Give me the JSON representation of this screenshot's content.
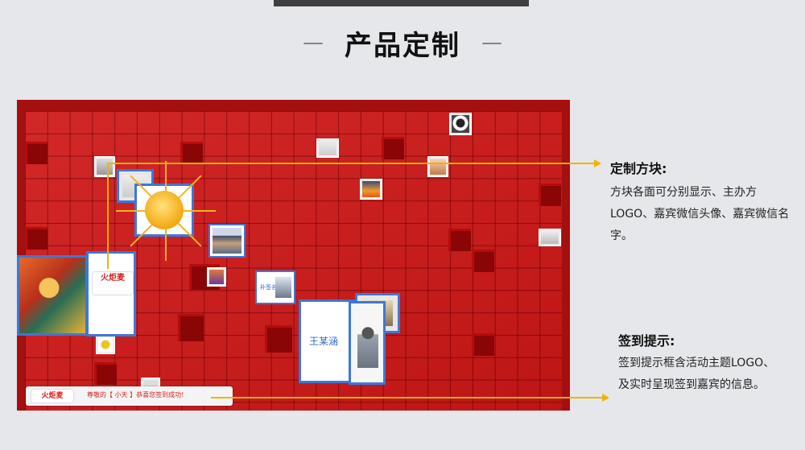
{
  "page": {
    "title": "产品定制",
    "title_dash_left": "—",
    "title_dash_right": "—"
  },
  "screen": {
    "signin_logo": "火炬麦",
    "signin_message": "尊敬的【 小天 】恭喜您签到成功!",
    "cube_large_name": "王某涵",
    "cube_large_logo": "火炬麦",
    "cube_small_name": "补签名"
  },
  "annotations": [
    {
      "title": "定制方块:",
      "body": "方块各面可分别显示、主办方LOGO、嘉宾微信头像、嘉宾微信名字。"
    },
    {
      "title": "签到提示:",
      "body": "签到提示框含活动主题LOGO、及实时呈现签到嘉宾的信息。"
    }
  ],
  "colors": {
    "accent_line": "#f5b000",
    "cube_border": "#3c78d8",
    "wall_red": "#c81616",
    "text_red": "#d81e1e"
  }
}
